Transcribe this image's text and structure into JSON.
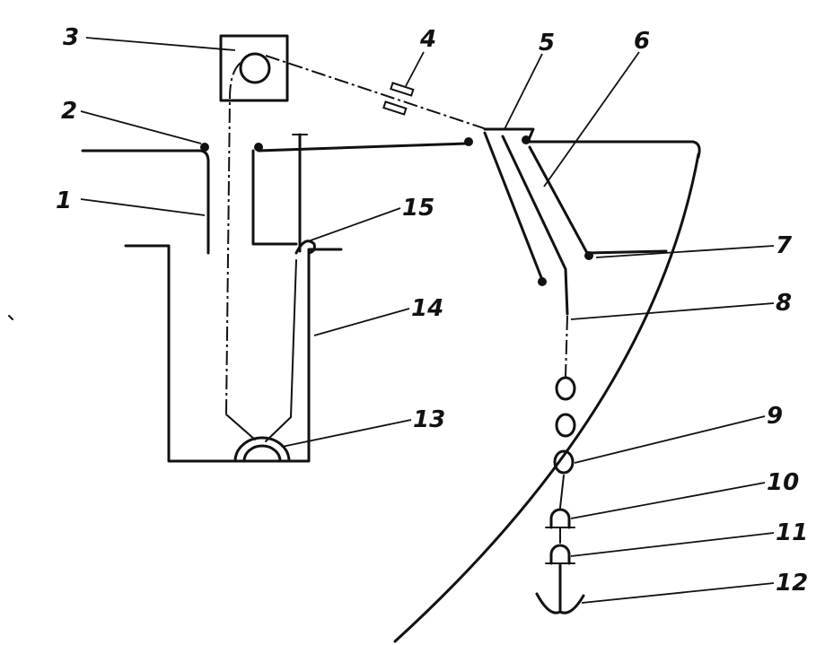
{
  "labels": [
    {
      "id": "l1",
      "text": "1"
    },
    {
      "id": "l2",
      "text": "2"
    },
    {
      "id": "l3",
      "text": "3"
    },
    {
      "id": "l4",
      "text": "4"
    },
    {
      "id": "l5",
      "text": "5"
    },
    {
      "id": "l6",
      "text": "6"
    },
    {
      "id": "l7",
      "text": "7"
    },
    {
      "id": "l8",
      "text": "8"
    },
    {
      "id": "l9",
      "text": "9"
    },
    {
      "id": "l10",
      "text": "10"
    },
    {
      "id": "l11",
      "text": "11"
    },
    {
      "id": "l12",
      "text": "12"
    },
    {
      "id": "l13",
      "text": "13"
    },
    {
      "id": "l14",
      "text": "14"
    },
    {
      "id": "l15",
      "text": "15"
    }
  ]
}
